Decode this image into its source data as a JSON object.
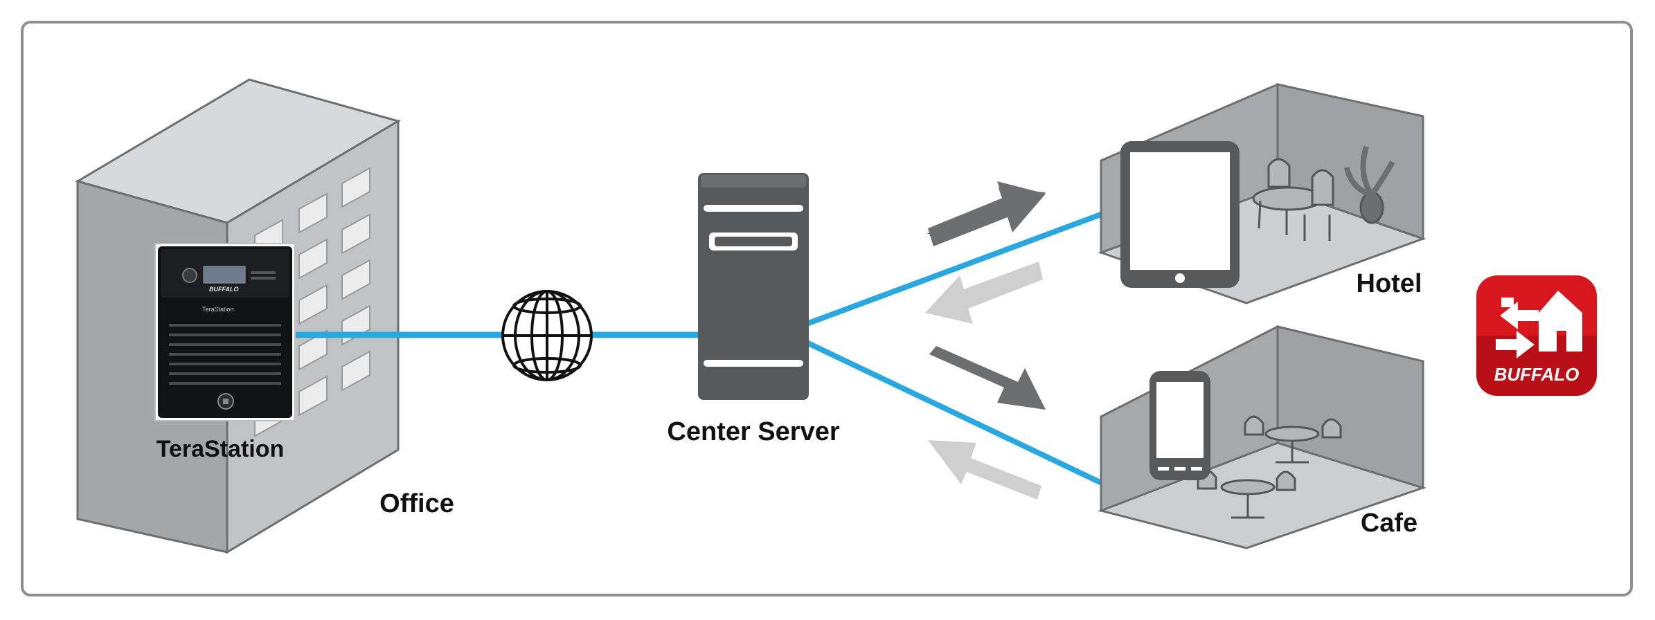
{
  "labels": {
    "terastation": "TeraStation",
    "office": "Office",
    "center_server": "Center Server",
    "hotel": "Hotel",
    "cafe": "Cafe"
  },
  "device": {
    "brand_text": "BUFFALO",
    "model_text": "TeraStation"
  },
  "app_icon": {
    "brand_text": "BUFFALO"
  },
  "colors": {
    "link": "#29a8e0",
    "building_front": "#a7a8aa",
    "building_side": "#c3c4c6",
    "building_top": "#d9dadb",
    "server": "#58595b",
    "arrow_dark": "#6d6e70",
    "arrow_light": "#cfcfcf",
    "brand_red": "#d7161e"
  }
}
